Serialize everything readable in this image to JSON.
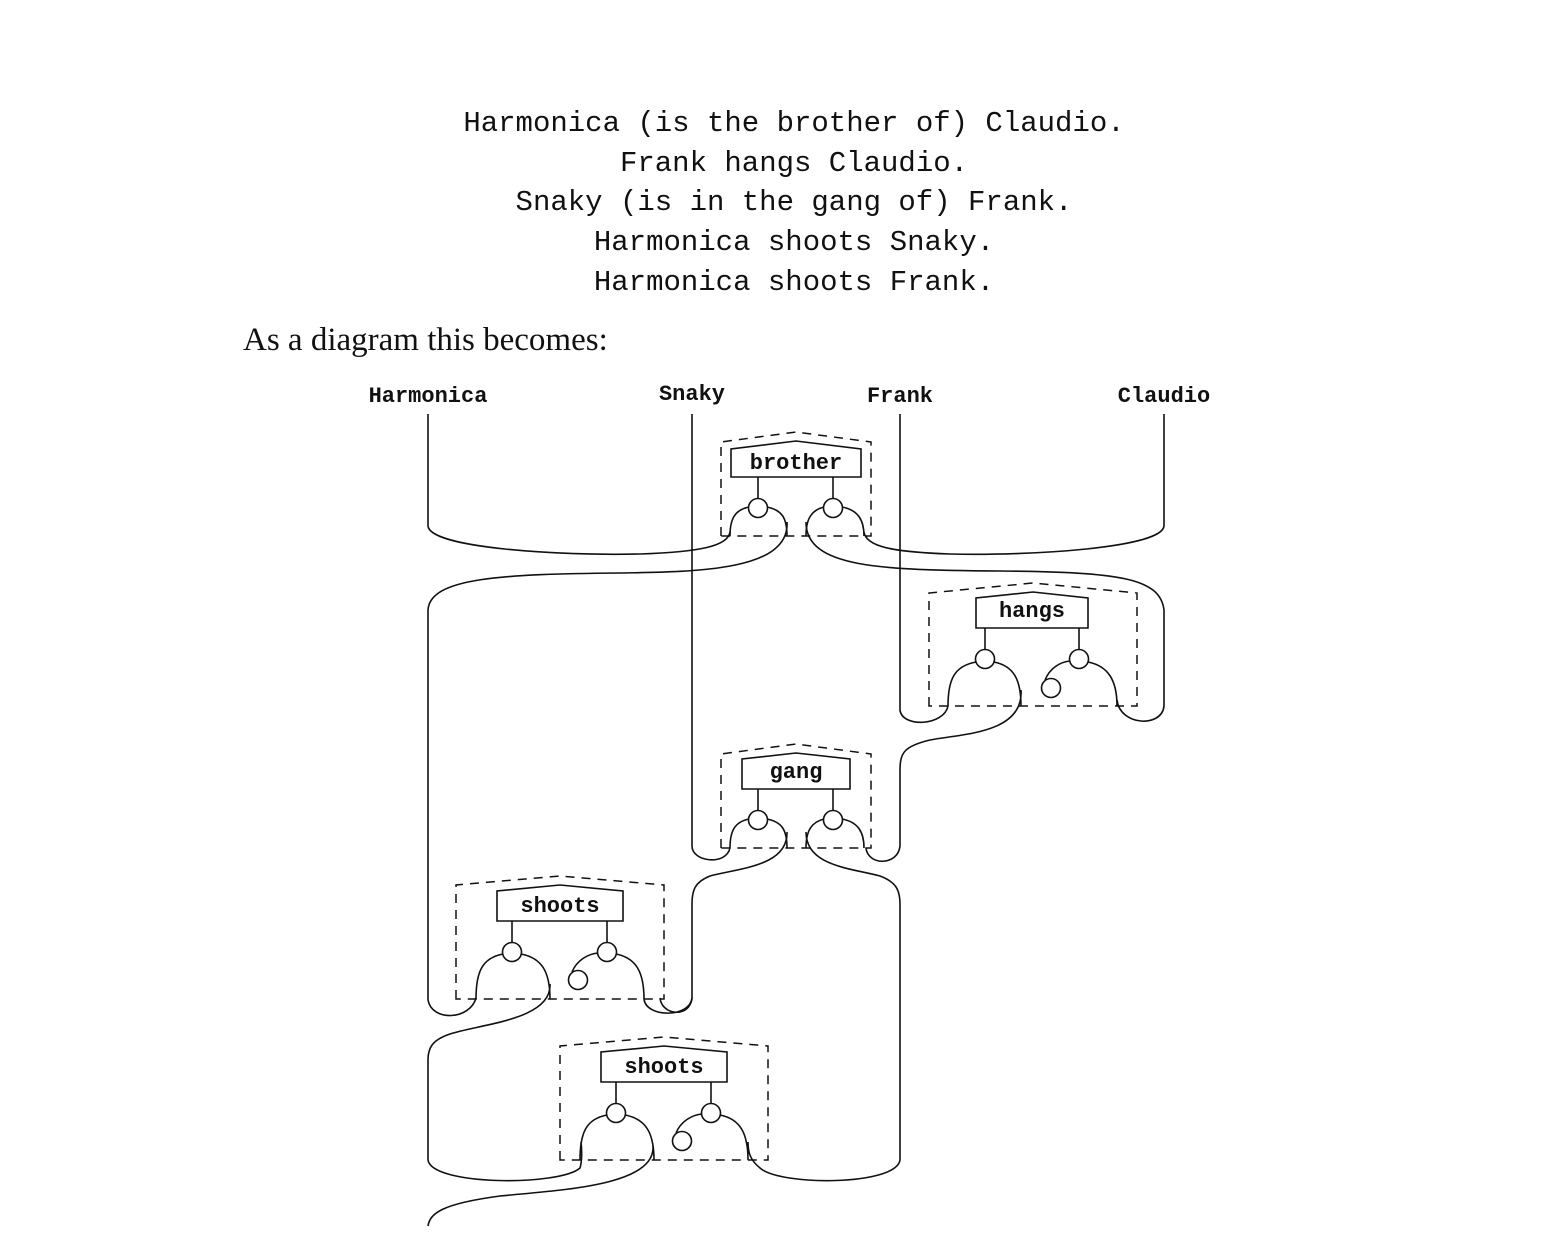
{
  "sentences": [
    "Harmonica (is the brother of) Claudio.",
    "Frank hangs Claudio.",
    "Snaky (is in the gang of) Frank.",
    "Harmonica shoots Snaky.",
    "Harmonica shoots Frank."
  ],
  "intro": "As a diagram this becomes:",
  "diagram": {
    "wires": [
      "Harmonica",
      "Snaky",
      "Frank",
      "Claudio"
    ],
    "boxes": [
      {
        "label": "brother",
        "subject": "Harmonica",
        "object": "Claudio"
      },
      {
        "label": "hangs",
        "subject": "Frank",
        "object": "Claudio"
      },
      {
        "label": "gang",
        "subject": "Snaky",
        "object": "Frank"
      },
      {
        "label": "shoots",
        "subject": "Harmonica",
        "object": "Snaky"
      },
      {
        "label": "shoots",
        "subject": "Harmonica",
        "object": "Frank"
      }
    ]
  }
}
